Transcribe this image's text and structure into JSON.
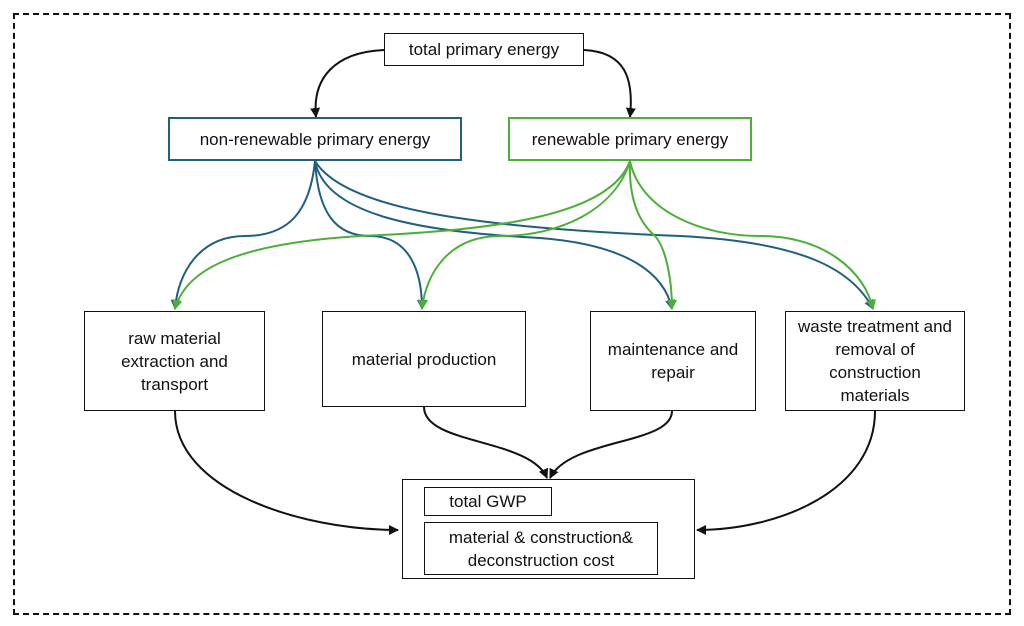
{
  "nodes": {
    "top": "total primary energy",
    "nonrenewable": "non-renewable primary energy",
    "renewable": "renewable primary energy",
    "stage1": "raw material extraction and transport",
    "stage2": "material production",
    "stage3": "maintenance and repair",
    "stage4": "waste treatment and removal of construction materials",
    "gwp": "total GWP",
    "cost": "material & construction& deconstruction cost"
  },
  "colors": {
    "nonrenewable": "#1f5f80",
    "renewable": "#4caf3a",
    "neutral": "#111111"
  }
}
